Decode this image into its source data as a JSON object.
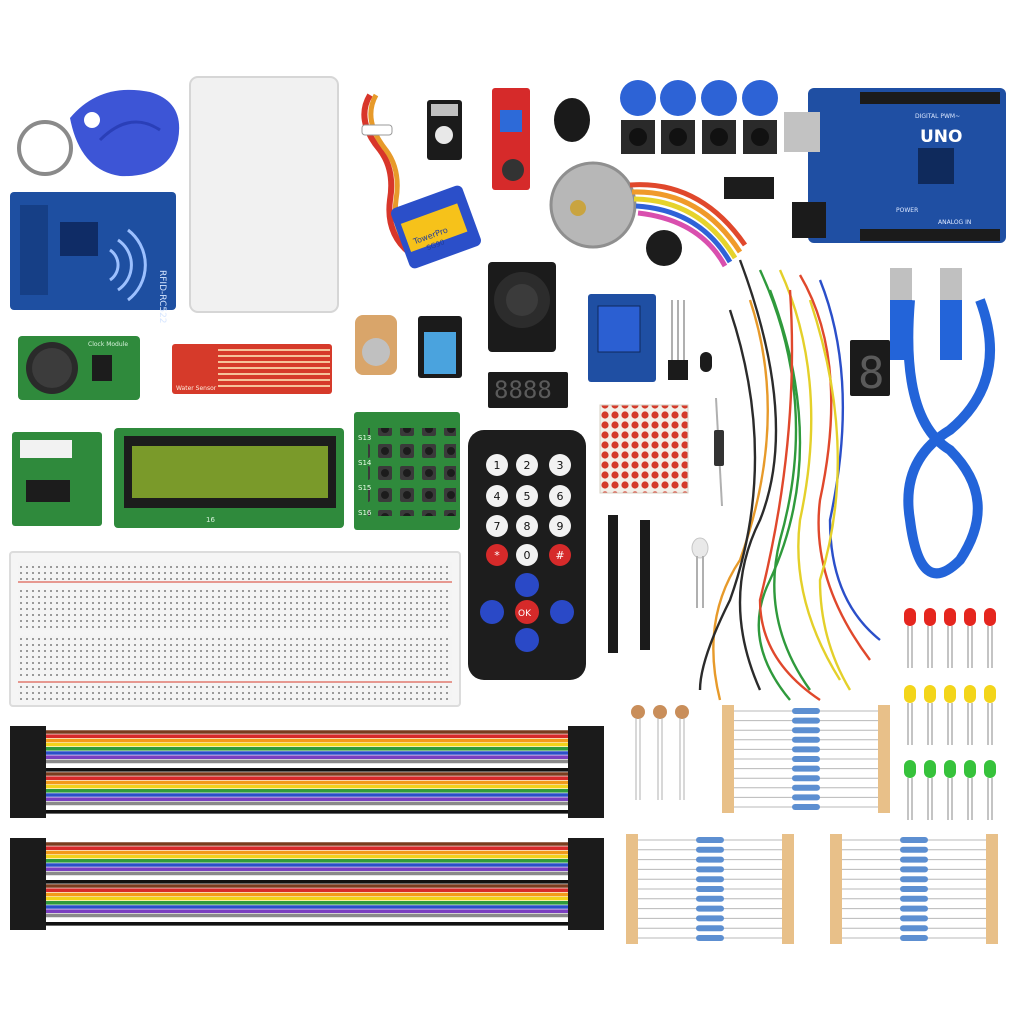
{
  "rfid_module": {
    "label": "RFID-RC522"
  },
  "arduino_board": {
    "brand": "UNO",
    "digital_label": "DIGITAL PWM~",
    "analog_label": "ANALOG IN",
    "power_label": "POWER"
  },
  "servo": {
    "label": "TowerPro",
    "model": "SG90"
  },
  "water_sensor": {
    "label": "Water Sensor"
  },
  "rtc_module": {
    "label": "Clock Module"
  },
  "keypad": {
    "labels": [
      "S13",
      "S14",
      "S15",
      "S16"
    ]
  },
  "lcd": {
    "pins_label": "16"
  },
  "remote": {
    "keys": [
      "1",
      "2",
      "3",
      "4",
      "5",
      "6",
      "7",
      "8",
      "9",
      "*",
      "0",
      "#"
    ],
    "ok": "OK"
  },
  "seg_display": {
    "digits": "8888",
    "single": "8"
  },
  "colors": {
    "pcb_blue": "#1f4fa3",
    "pcb_green": "#2f8a3c",
    "led_red": "#e5261f",
    "led_yellow": "#f3d51a",
    "led_green": "#36c23b",
    "cable_blue": "#2364d9"
  }
}
